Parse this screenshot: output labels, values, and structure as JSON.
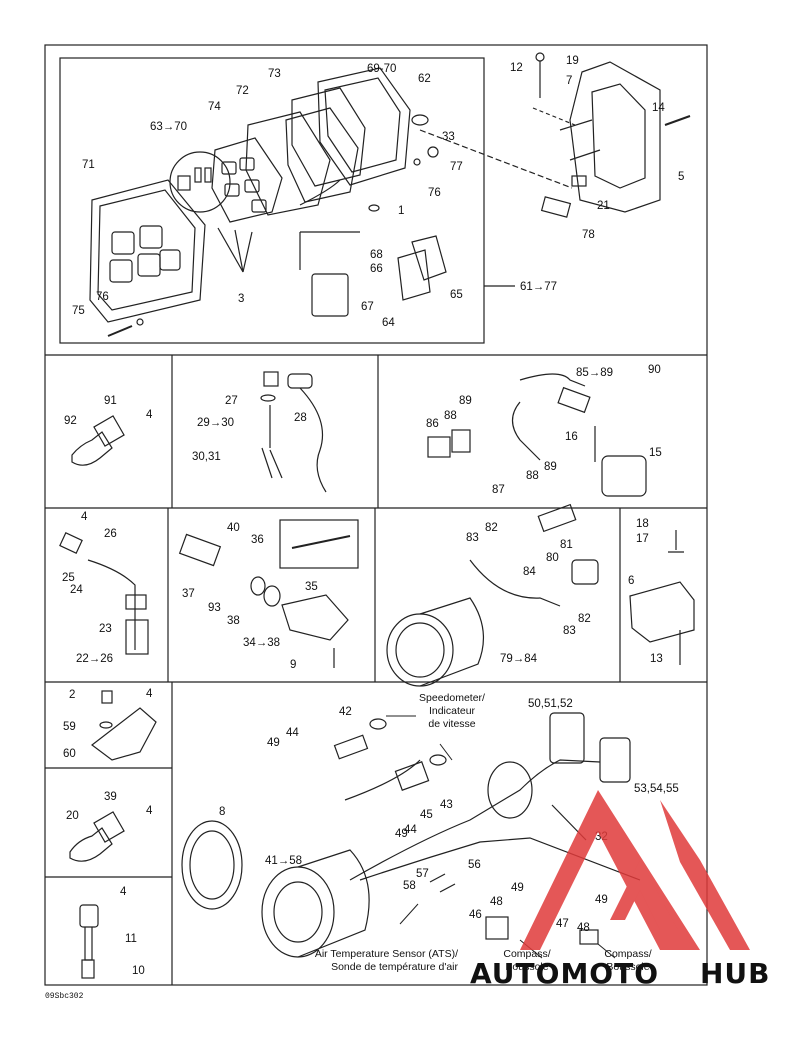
{
  "drawing_code": "09Sbc302",
  "panels": {
    "top": {
      "labels": [
        "73",
        "69-70",
        "62",
        "72",
        "74",
        "63→70",
        "33",
        "71",
        "77",
        "76",
        "1",
        "68",
        "66",
        "67",
        "65",
        "64",
        "3",
        "76",
        "75",
        "61→77",
        "12",
        "19",
        "7",
        "14",
        "5",
        "21",
        "78"
      ]
    },
    "sensor_a": {
      "labels": [
        "91",
        "92",
        "4"
      ]
    },
    "coil": {
      "labels": [
        "27",
        "28",
        "29→30",
        "30,31"
      ]
    },
    "harness_a": {
      "labels": [
        "85→89",
        "90",
        "89",
        "88",
        "86",
        "16",
        "15",
        "89",
        "88",
        "87"
      ]
    },
    "transducer": {
      "labels": [
        "4",
        "26",
        "25",
        "24",
        "23",
        "22→26"
      ]
    },
    "trim": {
      "labels": [
        "40",
        "36",
        "37",
        "93",
        "38",
        "35",
        "34→38",
        "9"
      ]
    },
    "tach": {
      "labels": [
        "82",
        "81",
        "83",
        "80",
        "84",
        "82",
        "83",
        "79→84"
      ]
    },
    "solenoid": {
      "labels": [
        "18",
        "17",
        "6",
        "13"
      ]
    },
    "bracket": {
      "labels": [
        "2",
        "4",
        "59",
        "60"
      ]
    },
    "sensor_b": {
      "labels": [
        "39",
        "20",
        "4"
      ]
    },
    "temp": {
      "labels": [
        "4",
        "11",
        "10"
      ]
    },
    "gauge": {
      "labels": [
        "42",
        "44",
        "49",
        "50,51,52",
        "53,54,55",
        "8",
        "43",
        "45",
        "44",
        "49",
        "32",
        "41→58",
        "56",
        "57",
        "58",
        "49",
        "48",
        "46",
        "47",
        "48",
        "49"
      ],
      "speedometer": [
        "Speedometer/",
        "Indicateur",
        "de vitesse"
      ],
      "ats": [
        "Air Temperature Sensor (ATS)/",
        "Sonde de température d'air"
      ],
      "compass1": [
        "Compass/",
        "Boussole"
      ],
      "compass2": [
        "Compass/",
        "Boussole"
      ]
    }
  },
  "watermark": {
    "text_a": "AUTOMOTO",
    "text_b": "HUB",
    "color_a": "#f2a41b",
    "color_b": "#3b3b3b",
    "logo_color": "#e03a3a"
  }
}
